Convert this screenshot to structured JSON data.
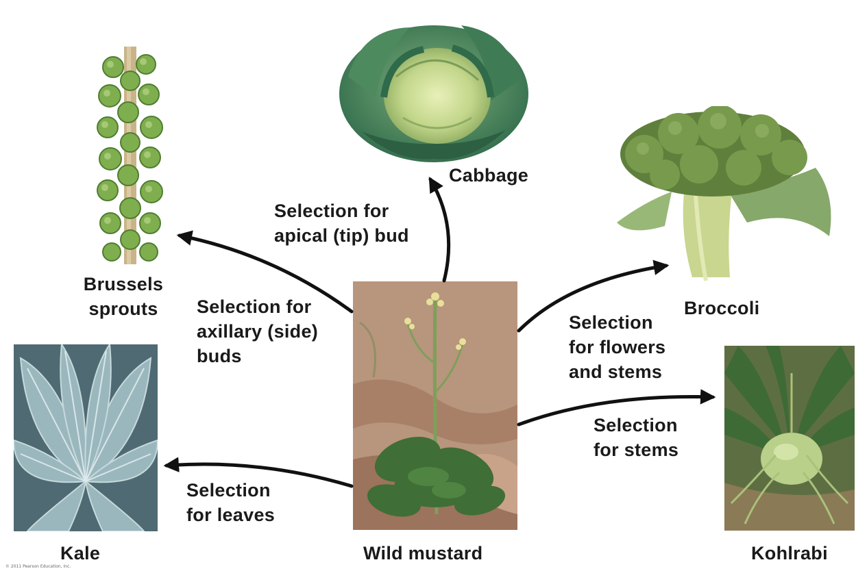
{
  "plants": {
    "cabbage": "Cabbage",
    "brussels_sprouts": "Brussels\nsprouts",
    "broccoli": "Broccoli",
    "kale": "Kale",
    "wild_mustard": "Wild mustard",
    "kohlrabi": "Kohlrabi"
  },
  "selections": {
    "apical": "Selection for\napical (tip) bud",
    "axillary": "Selection for\naxillary (side)\nbuds",
    "flowers_stems": "Selection\nfor flowers\nand stems",
    "stems": "Selection\nfor stems",
    "leaves": "Selection\nfor leaves"
  },
  "copyright": "© 2011 Pearson Education, Inc."
}
